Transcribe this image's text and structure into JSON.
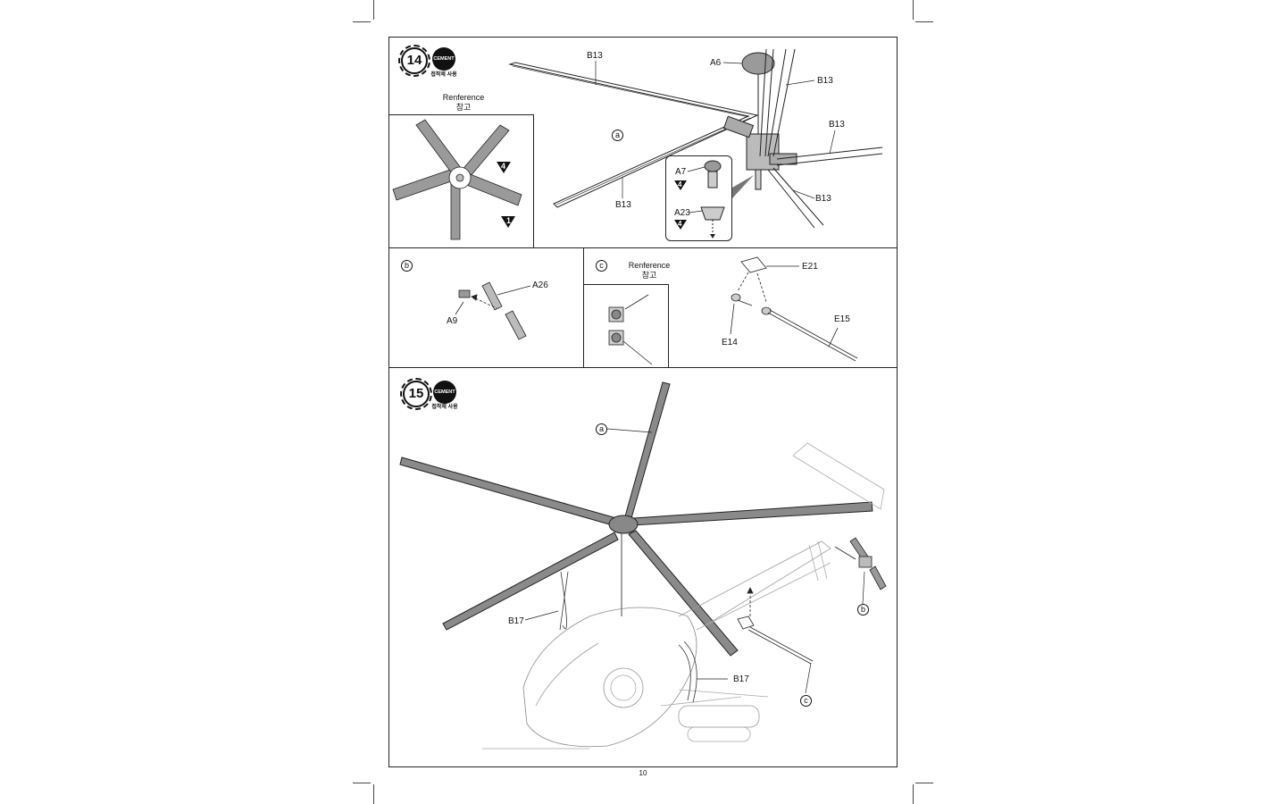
{
  "page": {
    "number": "10"
  },
  "step14": {
    "number": "14",
    "cement_badge": "CEMENT",
    "cement_ko": "접착제 사용",
    "reference": "Renference",
    "reference_ko": "참고",
    "labels": {
      "b13_top": "B13",
      "a6": "A6",
      "b13_right1": "B13",
      "b13_right2": "B13",
      "b13_left": "B13",
      "b13_right3": "B13",
      "a7": "A7",
      "a23": "A23",
      "a": "a",
      "ref_num1": "4",
      "ref_num2": "1",
      "callout_num1": "4",
      "callout_num2": "4"
    }
  },
  "sub_b": {
    "marker": "b",
    "labels": {
      "a26": "A26",
      "a9": "A9"
    }
  },
  "sub_c": {
    "marker": "c",
    "reference": "Renference",
    "reference_ko": "참고",
    "labels": {
      "e21": "E21",
      "e15": "E15",
      "e14": "E14"
    }
  },
  "step15": {
    "number": "15",
    "cement_badge": "CEMENT",
    "cement_ko": "접착제 사용",
    "labels": {
      "a": "a",
      "b17_left": "B17",
      "b17_right": "B17",
      "b": "b",
      "c": "c"
    }
  },
  "colors": {
    "ink": "#111111",
    "blade_fill": "#8a8a8a",
    "line": "#555555"
  }
}
